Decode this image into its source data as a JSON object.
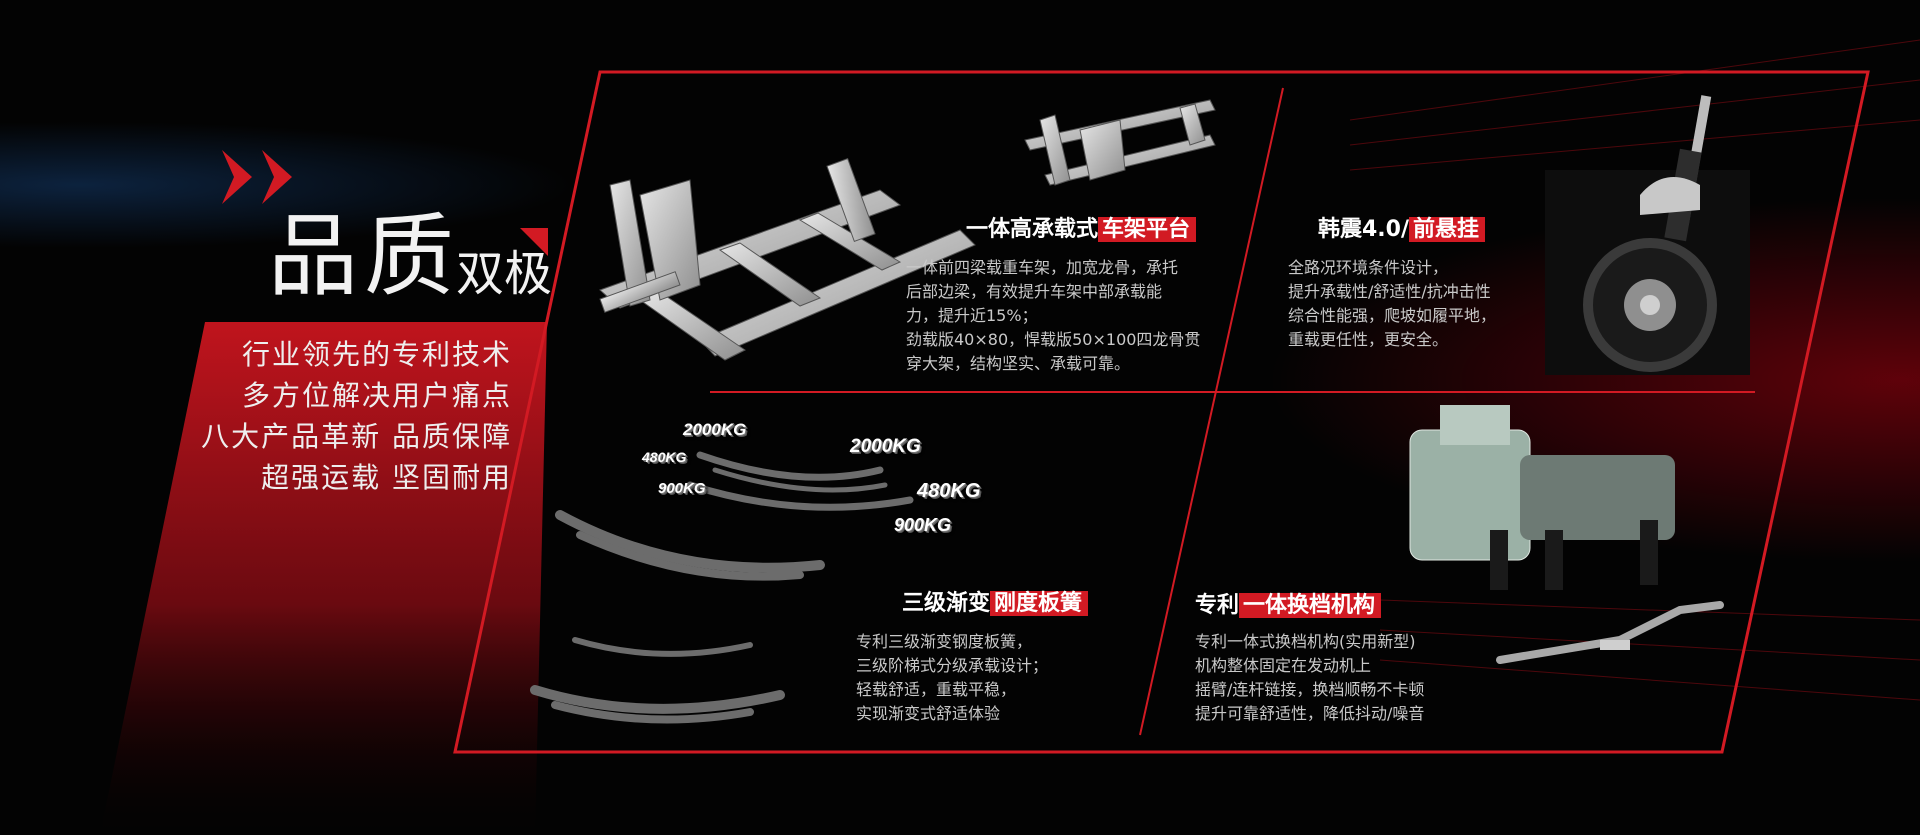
{
  "colors": {
    "accent": "#d21a23",
    "background": "#030303",
    "text": "#ffffff",
    "body_text": "#c9c9c9"
  },
  "hero": {
    "title_main": "品质",
    "title_sub": "双极",
    "arrow_icon": "double-chevron-right",
    "slogans": [
      "行业领先的专利技术",
      "多方位解决用户痛点",
      "八大产品革新 品质保障",
      "超强运载  坚固耐用"
    ]
  },
  "features": {
    "frame": {
      "title_plain": "一体高承载式",
      "title_highlight": "车架平台",
      "body": [
        "一体前四梁载重车架，加宽龙骨，承托",
        "后部边梁，有效提升车架中部承载能",
        "力，提升近15%；",
        "劲载版40×80，悍载版50×100四龙骨贯",
        "穿大架，结构坚实、承载可靠。"
      ]
    },
    "suspension": {
      "title_plain": "韩震4.0/",
      "title_highlight": "前悬挂",
      "body": [
        "全路况环境条件设计，",
        "提升承载性/舒适性/抗冲击性",
        "综合性能强，爬坡如履平地，",
        "重载更任性，更安全。"
      ]
    },
    "spring": {
      "title_plain": "三级渐变",
      "title_highlight": "刚度板簧",
      "body": [
        "专利三级渐变钢度板簧，",
        "三级阶梯式分级承载设计；",
        "轻载舒适，重载平稳，",
        "实现渐变式舒适体验"
      ],
      "load_labels": [
        "2000KG",
        "2000KG",
        "480KG",
        "480KG",
        "900KG",
        "900KG"
      ]
    },
    "gearshift": {
      "title_plain": "专利",
      "title_highlight": "一体换档机构",
      "body": [
        "专利一体式换档机构(实用新型)",
        "机构整体固定在发动机上",
        "摇臂/连杆链接，换档顺畅不卡顿",
        "提升可靠舒适性，降低抖动/噪音"
      ]
    }
  }
}
